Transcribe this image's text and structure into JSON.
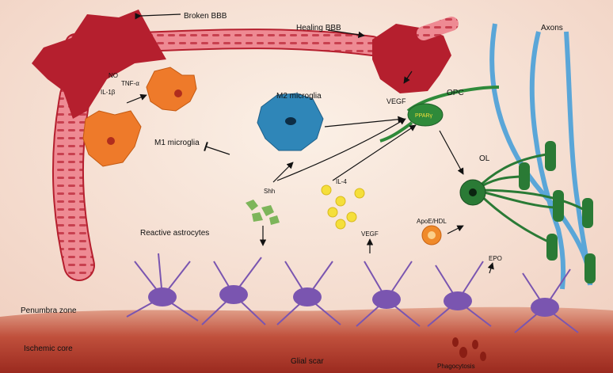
{
  "labels": {
    "broken_bbb": "Broken BBB",
    "healing_bbb": "Healing BBB",
    "axons": "Axons",
    "no": "NO",
    "tnf": "TNF-α",
    "il1b": "IL-1β",
    "m2": "M2 microglia",
    "m1": "M1 microglia",
    "vegf_top": "VEGF",
    "opc": "OPC",
    "ppar": "PPARγ",
    "ol": "OL",
    "shh": "Shh",
    "il4": "IL-4",
    "reactive_astrocytes": "Reactive astrocytes",
    "apoe": "ApoE/HDL",
    "vegf_bottom": "VEGF",
    "epo": "EPO",
    "penumbra": "Penumbra zone",
    "ischemic_core": "Ischemic core",
    "glial_scar": "Glial scar",
    "phagocytosis": "Phagocytosis"
  },
  "colors": {
    "background": "#f6e3d6",
    "bbb_blood": "#b51f2e",
    "vessel_wall": "#e8727d",
    "microglia_m1": "#ee7a2a",
    "microglia_m2": "#2f86b8",
    "astrocyte": "#7a55b0",
    "shh": "#7db55a",
    "il4": "#f5df3a",
    "opc": "#2f8a3a",
    "axon": "#5aa6d8",
    "myelin": "#2a7a35",
    "ischemic_core": "#a83024"
  }
}
